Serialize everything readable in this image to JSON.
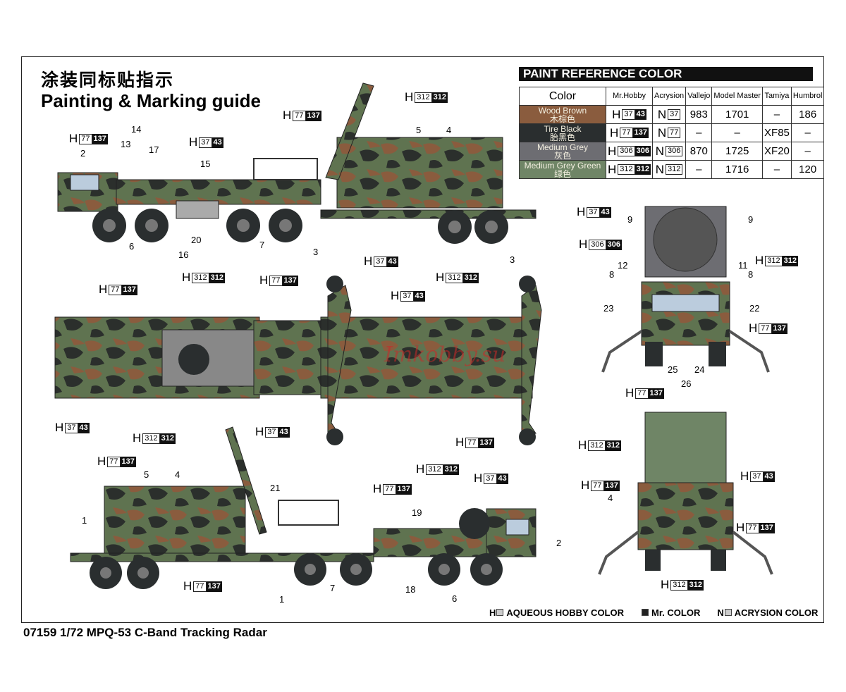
{
  "header": {
    "title_cn": "涂装同标贴指示",
    "title_en": "Painting & Marking guide"
  },
  "reference": {
    "title": "PAINT  REFERENCE COLOR",
    "columns": [
      "Color",
      "Mr.Hobby",
      "Acrysion",
      "Vallejo",
      "Model Master",
      "Tamiya",
      "Humbrol"
    ],
    "rows": [
      {
        "name": "Wood Brown",
        "name_cn": "木棕色",
        "swatch": "#8a5c3e",
        "h_light": "37",
        "h_dark": "43",
        "n": "37",
        "vallejo": "983",
        "model_master": "1701",
        "tamiya": "–",
        "humbrol": "186"
      },
      {
        "name": "Tire Black",
        "name_cn": "胎黑色",
        "swatch": "#2a2e2f",
        "h_light": "77",
        "h_dark": "137",
        "n": "77",
        "vallejo": "–",
        "model_master": "–",
        "tamiya": "XF85",
        "humbrol": "–"
      },
      {
        "name": "Medium Grey",
        "name_cn": "灰色",
        "swatch": "#6d6d72",
        "h_light": "306",
        "h_dark": "306",
        "n": "306",
        "vallejo": "870",
        "model_master": "1725",
        "tamiya": "XF20",
        "humbrol": "–"
      },
      {
        "name": "Medium Grey Green",
        "name_cn": "绿色",
        "swatch": "#6f8566",
        "h_light": "312",
        "h_dark": "312",
        "n": "312",
        "vallejo": "–",
        "model_master": "1716",
        "tamiya": "–",
        "humbrol": "120"
      }
    ]
  },
  "paint_codes": [
    {
      "p": "H",
      "l": "77",
      "d": "137"
    },
    {
      "p": "H",
      "l": "37",
      "d": "43"
    },
    {
      "p": "H",
      "l": "77",
      "d": "137"
    },
    {
      "p": "H",
      "l": "312",
      "d": "312"
    },
    {
      "p": "H",
      "l": "37",
      "d": "43"
    },
    {
      "p": "H",
      "l": "77",
      "d": "137"
    },
    {
      "p": "H",
      "l": "77",
      "d": "137"
    },
    {
      "p": "H",
      "l": "312",
      "d": "312"
    },
    {
      "p": "H",
      "l": "37",
      "d": "43"
    },
    {
      "p": "H",
      "l": "312",
      "d": "312"
    },
    {
      "p": "H",
      "l": "37",
      "d": "43"
    },
    {
      "p": "H",
      "l": "77",
      "d": "137"
    },
    {
      "p": "H",
      "l": "37",
      "d": "43"
    },
    {
      "p": "H",
      "l": "312",
      "d": "312"
    },
    {
      "p": "H",
      "l": "77",
      "d": "137"
    },
    {
      "p": "H",
      "l": "312",
      "d": "312"
    },
    {
      "p": "H",
      "l": "77",
      "d": "137"
    },
    {
      "p": "H",
      "l": "37",
      "d": "43"
    },
    {
      "p": "H",
      "l": "77",
      "d": "137"
    },
    {
      "p": "H",
      "l": "37",
      "d": "43"
    },
    {
      "p": "H",
      "l": "306",
      "d": "306"
    },
    {
      "p": "H",
      "l": "312",
      "d": "312"
    },
    {
      "p": "H",
      "l": "77",
      "d": "137"
    },
    {
      "p": "H",
      "l": "77",
      "d": "137"
    },
    {
      "p": "H",
      "l": "312",
      "d": "312"
    },
    {
      "p": "H",
      "l": "37",
      "d": "43"
    },
    {
      "p": "H",
      "l": "77",
      "d": "137"
    },
    {
      "p": "H",
      "l": "77",
      "d": "137"
    },
    {
      "p": "H",
      "l": "312",
      "d": "312"
    }
  ],
  "part_numbers": [
    "2",
    "13",
    "14",
    "17",
    "15",
    "5",
    "4",
    "6",
    "16",
    "20",
    "7",
    "3",
    "3",
    "5",
    "4",
    "21",
    "1",
    "19",
    "2",
    "7",
    "18",
    "6",
    "1",
    "9",
    "9",
    "12",
    "11",
    "8",
    "8",
    "23",
    "22",
    "25",
    "24",
    "26",
    "4"
  ],
  "watermark": "Imkobby.su",
  "legend": {
    "h": "AQUEOUS HOBBY COLOR",
    "mr": "Mr. COLOR",
    "n": "ACRYSION COLOR",
    "h_prefix": "H",
    "n_prefix": "N"
  },
  "caption": "07159 1/72 MPQ-53 C-Band Tracking Radar"
}
